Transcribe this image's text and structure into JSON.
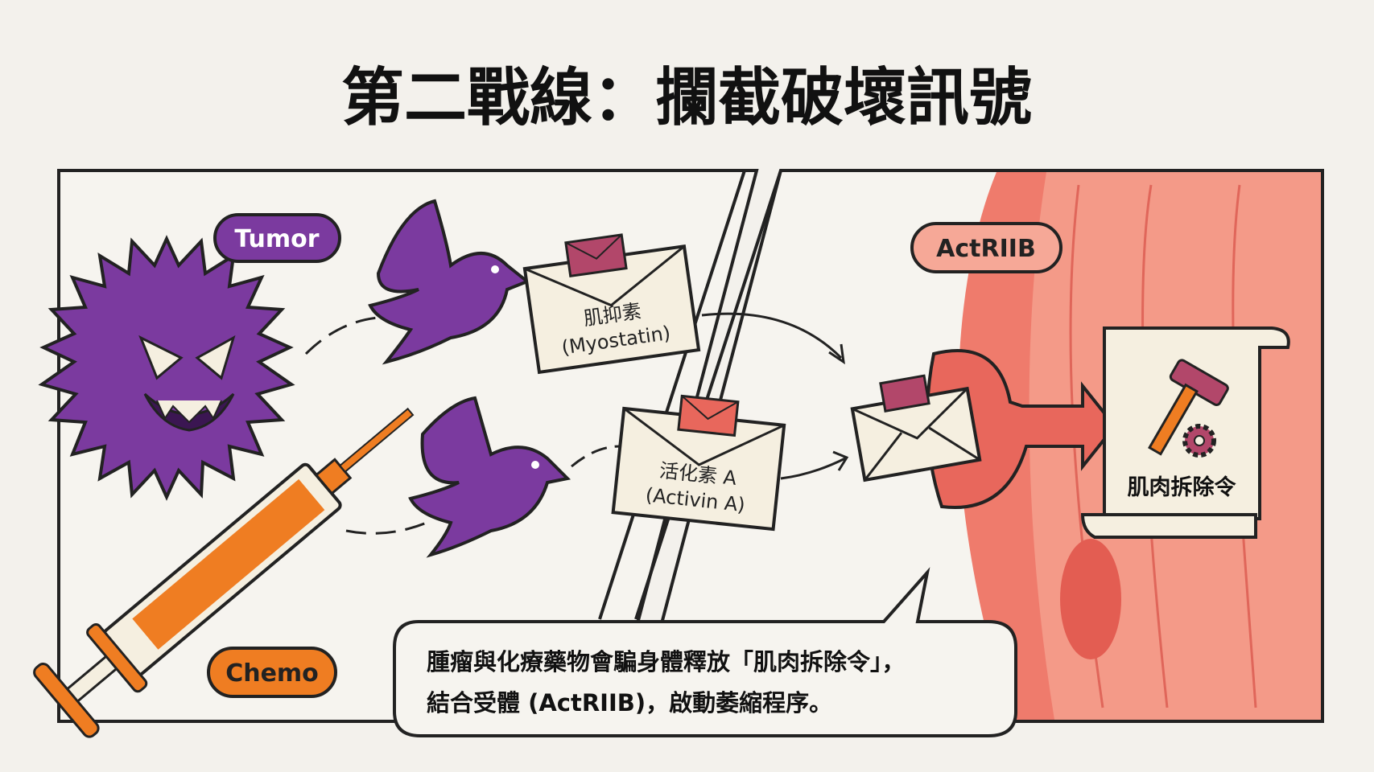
{
  "title": "第二戰線：攔截破壞訊號",
  "labels": {
    "tumor": "Tumor",
    "chemo": "Chemo",
    "receptor": "ActRIIB"
  },
  "envelopes": [
    {
      "line1": "肌抑素",
      "line2": "(Myostatin)"
    },
    {
      "line1": "活化素 A",
      "line2": "(Activin A)"
    }
  ],
  "scroll": {
    "text": "肌肉拆除令"
  },
  "caption": {
    "line1": "腫瘤與化療藥物會騙身體釋放「肌肉拆除令」，",
    "line2": "結合受體 (ActRIIB)，啟動萎縮程序。"
  },
  "colors": {
    "background": "#f3f1ec",
    "purple": "#7a3a9e",
    "orange": "#ef7d22",
    "muscle": "#ef7b6c",
    "muscle_light": "#f6a897",
    "receptor": "#e8675c"
  }
}
